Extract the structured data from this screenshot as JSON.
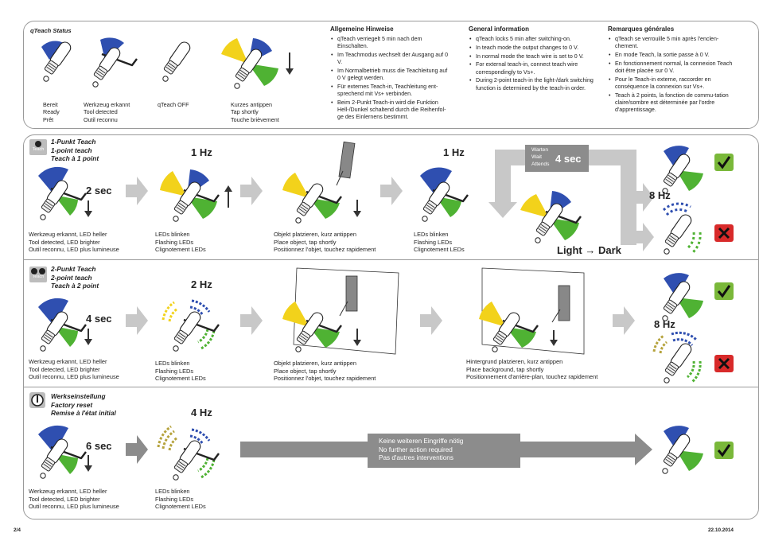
{
  "status_panel": {
    "title": "qTeach Status",
    "states": [
      {
        "lines": [
          "Bereit",
          "Ready",
          "Prêt"
        ]
      },
      {
        "lines": [
          "Werkzeug erkannt",
          "Tool detected",
          "Outil reconnu"
        ]
      },
      {
        "lines": [
          "qTeach OFF"
        ]
      },
      {
        "lines": [
          "Kurzes antippen",
          "Tap shortly",
          "Touche brièvement"
        ]
      }
    ]
  },
  "info": [
    {
      "heading": "Allgemeine Hinweise",
      "items": [
        "qTeach verriegelt 5 min nach dem Einschalten.",
        "Im Teachmodus wechselt der Ausgang auf 0 V.",
        "Im Normalbetrieb muss die Teachleitung auf 0 V gelegt werden.",
        "Für externes Teach-in, Teachleitung ent-sprechend mit Vs+ verbinden.",
        "Beim 2-Punkt Teach-in wird die Funktion Hell-/Dunkel schaltend durch die Reihenfol-ge des Einlernens bestimmt."
      ]
    },
    {
      "heading": "General information",
      "items": [
        "qTeach locks 5 min after switching-on.",
        "In teach mode the output changes to 0 V.",
        "In normal mode the teach wire is set to 0 V.",
        "For external teach-in, connect teach wire correspondingly to Vs+.",
        "During 2-point teach-in the light-/dark switching function is determined by the teach-in order."
      ]
    },
    {
      "heading": "Remarques générales",
      "items": [
        "qTeach se verrouille 5 min après l'enclen-chement.",
        "En mode Teach, la sortie passe à 0 V.",
        "En fonctionnement normal, la connexion Teach doit être placée sur 0 V.",
        "Pour le Teach-in externe, raccorder en conséquence la connexion sur Vs+.",
        "Teach à 2 points, la fonction de commu-tation claire/sombre est déterminée par l'ordre d'apprentissage."
      ]
    }
  ],
  "section1": {
    "titles": [
      "1-Punkt Teach",
      "1-point teach",
      "Teach à 1 point"
    ],
    "badge": "Teach",
    "hold": "2 sec",
    "hz1": "1 Hz",
    "hz2": "1 Hz",
    "hz3": "8 Hz",
    "hold2": "4 sec",
    "wait": [
      "Warten",
      "Wait",
      "Attends"
    ],
    "light_dark": "Light → Dark",
    "cap_tool": [
      "Werkzeug erkannt, LED heller",
      "Tool detected, LED brighter",
      "Outil reconnu, LED plus lumineuse"
    ],
    "cap_leds": [
      "LEDs blinken",
      "Flashing LEDs",
      "Clignotement LEDs"
    ],
    "cap_obj": [
      "Objekt platzieren, kurz antippen",
      "Place object, tap shortly",
      "Positionnez l'objet, touchez rapidement"
    ],
    "cap_leds2": [
      "LEDs blinken",
      "Flashing LEDs",
      "Clignotement LEDs"
    ]
  },
  "section2": {
    "titles": [
      "2-Punkt Teach",
      "2-point teach",
      "Teach à 2 point"
    ],
    "badge": "Teach",
    "hold": "4 sec",
    "hz1": "2 Hz",
    "hz2": "8 Hz",
    "cap_tool": [
      "Werkzeug erkannt, LED heller",
      "Tool detected, LED brighter",
      "Outil reconnu, LED plus lumineuse"
    ],
    "cap_leds": [
      "LEDs blinken",
      "Flashing LEDs",
      "Clignotement LEDs"
    ],
    "cap_obj": [
      "Objekt platzieren, kurz antippen",
      "Place object, tap shortly",
      "Positionnez l'objet, touchez rapidement"
    ],
    "cap_bg": [
      "Hintergrund platzieren, kurz antippen",
      "Place background, tap shortly",
      "Positionnement d'arrière-plan, touchez rapidement"
    ]
  },
  "section3": {
    "titles": [
      "Werkseinstellung",
      "Factory reset",
      "Remise à l'état initial"
    ],
    "hold": "6 sec",
    "hz": "4 Hz",
    "cap_tool": [
      "Werkzeug erkannt, LED heller",
      "Tool detected, LED brighter",
      "Outil reconnu, LED plus lumineuse"
    ],
    "cap_leds": [
      "LEDs blinken",
      "Flashing LEDs",
      "Clignotement LEDs"
    ],
    "no_action": [
      "Keine weiteren Eingriffe nötig",
      "No further action required",
      "Pas d'autres interventions"
    ]
  },
  "footer": {
    "page": "2/4",
    "date": "22.10.2014"
  },
  "colors": {
    "blue": "#2f4fb0",
    "green": "#4fb233",
    "yellow": "#f2d21b",
    "ok": "#7ab83a",
    "bad": "#d82a2a",
    "arrow": "#c8c8c8"
  }
}
